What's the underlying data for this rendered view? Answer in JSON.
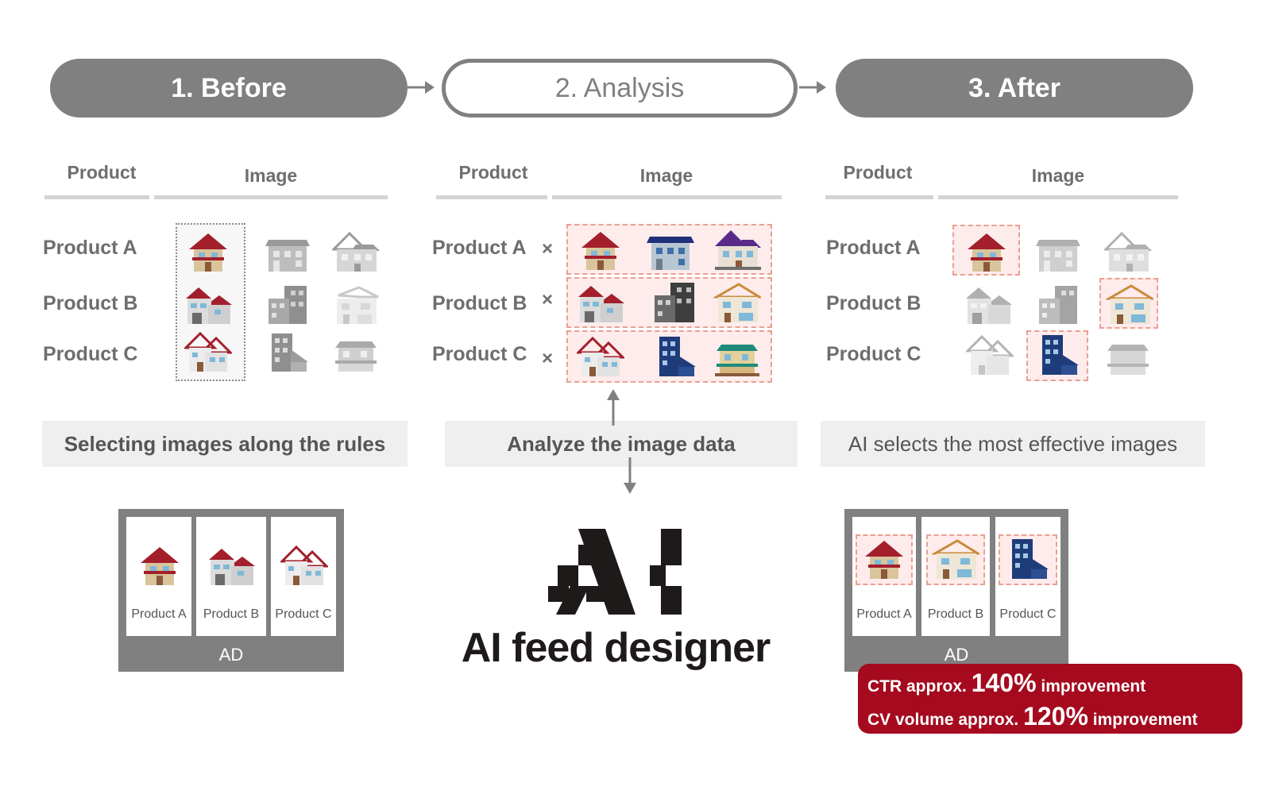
{
  "steps": [
    {
      "label": "1. Before",
      "style": "filled"
    },
    {
      "label": "2. Analysis",
      "style": "outline"
    },
    {
      "label": "3. After",
      "style": "filled"
    }
  ],
  "columns": {
    "product": "Product",
    "image": "Image"
  },
  "products": [
    "Product A",
    "Product B",
    "Product C"
  ],
  "cross_mark": "×",
  "captions": {
    "before": "Selecting images along the rules",
    "analysis": "Analyze the image data",
    "after": "AI selects the most effective images"
  },
  "ad": {
    "label": "AD",
    "cards": [
      "Product A",
      "Product B",
      "Product C"
    ]
  },
  "brand": {
    "logo": "ai-logo",
    "name": "AI feed designer"
  },
  "results": {
    "ctr_prefix": "CTR approx.",
    "ctr_value": "140%",
    "ctr_suffix": "improvement",
    "cv_prefix": "CV volume approx.",
    "cv_value": "120%",
    "cv_suffix": "improvement"
  },
  "colors": {
    "pill": "#808080",
    "highlight_border": "#e9a092",
    "highlight_fill": "#fdeceb",
    "result_bg": "#a50a1e",
    "brand": "#1e1a1a"
  }
}
